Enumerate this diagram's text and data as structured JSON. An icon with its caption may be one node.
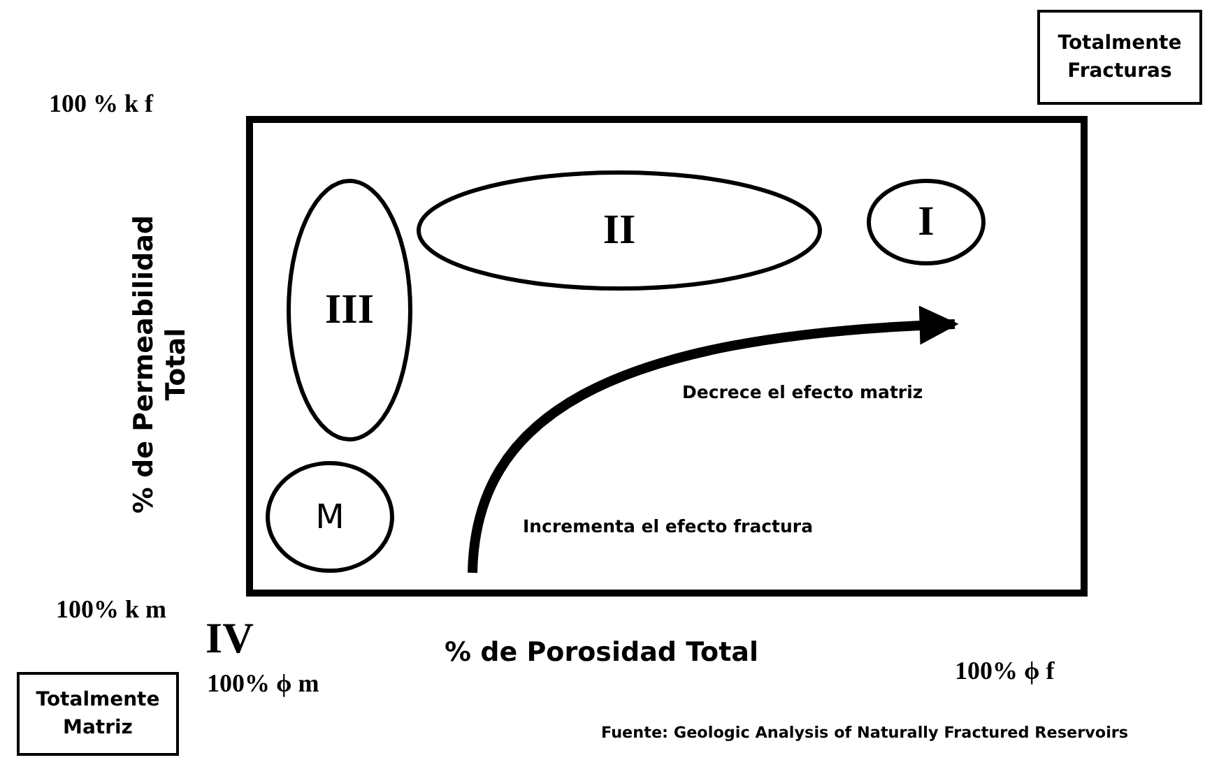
{
  "diagram": {
    "nodes": [
      {
        "text": [
          "Totalmente Fracturas"
        ]
      },
      {
        "text": [],
        "shape": "box"
      },
      {
        "text": [
          "II"
        ],
        "in": 1
      },
      {
        "text": [
          "I"
        ],
        "in": 1
      },
      {
        "text": [
          "III"
        ],
        "in": 1
      },
      {
        "text": [
          "M"
        ],
        "in": 1
      },
      {
        "text": [
          "Totalmente Matriz"
        ]
      }
    ],
    "edges": [],
    "labels": [
      "100 % k f",
      "% de Permeabilidad Total",
      "Decrece el efecto matriz",
      "Incrementa el efecto fractura",
      "100% k m",
      "IV",
      "% de Porosidad Total",
      "100% ϕ m",
      "100% ϕ f",
      "Fuente: Geologic Analysis of Naturally Fractured Reservoirs"
    ]
  }
}
